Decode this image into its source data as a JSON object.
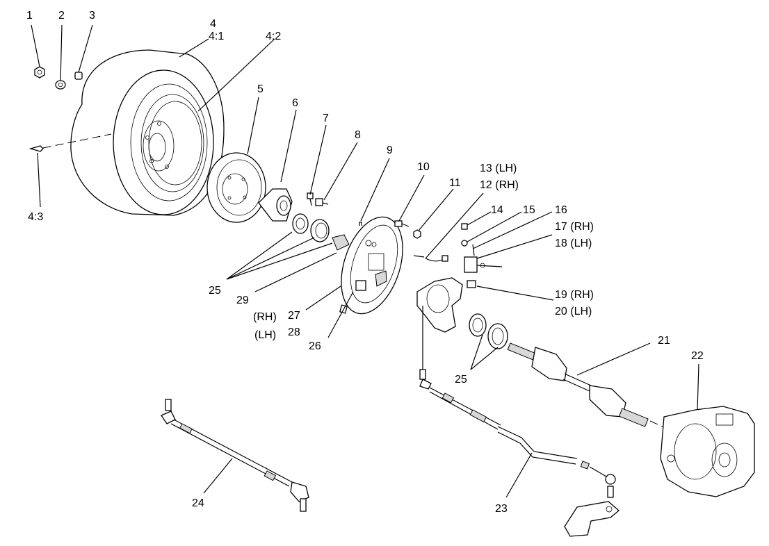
{
  "callouts": {
    "c1": "1",
    "c2": "2",
    "c3": "3",
    "c4": "4",
    "c4_1": "4:1",
    "c4_2": "4:2",
    "c4_3": "4:3",
    "c5": "5",
    "c6": "6",
    "c7": "7",
    "c8": "8",
    "c9": "9",
    "c10": "10",
    "c11": "11",
    "c13": "13 (LH)",
    "c12": "12 (RH)",
    "c14": "14",
    "c15": "15",
    "c16": "16",
    "c17": "17 (RH)",
    "c18": "18 (LH)",
    "c19": "19 (RH)",
    "c20": "20 (LH)",
    "c21": "21",
    "c22": "22",
    "c23": "23",
    "c24": "24",
    "c25a": "25",
    "c25b": "25",
    "c26": "26",
    "c27": "27",
    "c27_side": "(RH)",
    "c28": "28",
    "c28_side": "(LH)",
    "c29": "29"
  }
}
